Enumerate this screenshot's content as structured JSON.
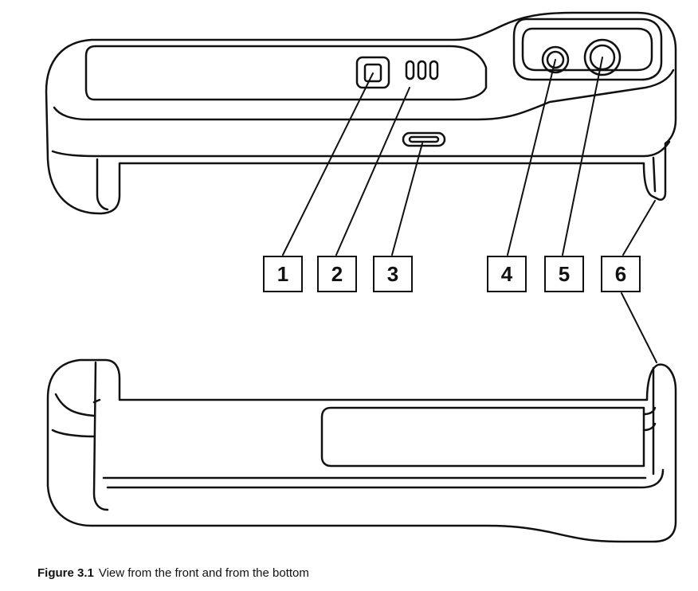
{
  "callouts": [
    "1",
    "2",
    "3",
    "4",
    "5",
    "6"
  ],
  "caption": {
    "label": "Figure 3.1",
    "text": "View from the front and from the bottom"
  },
  "colors": {
    "stroke": "#111111",
    "background": "#ffffff"
  }
}
